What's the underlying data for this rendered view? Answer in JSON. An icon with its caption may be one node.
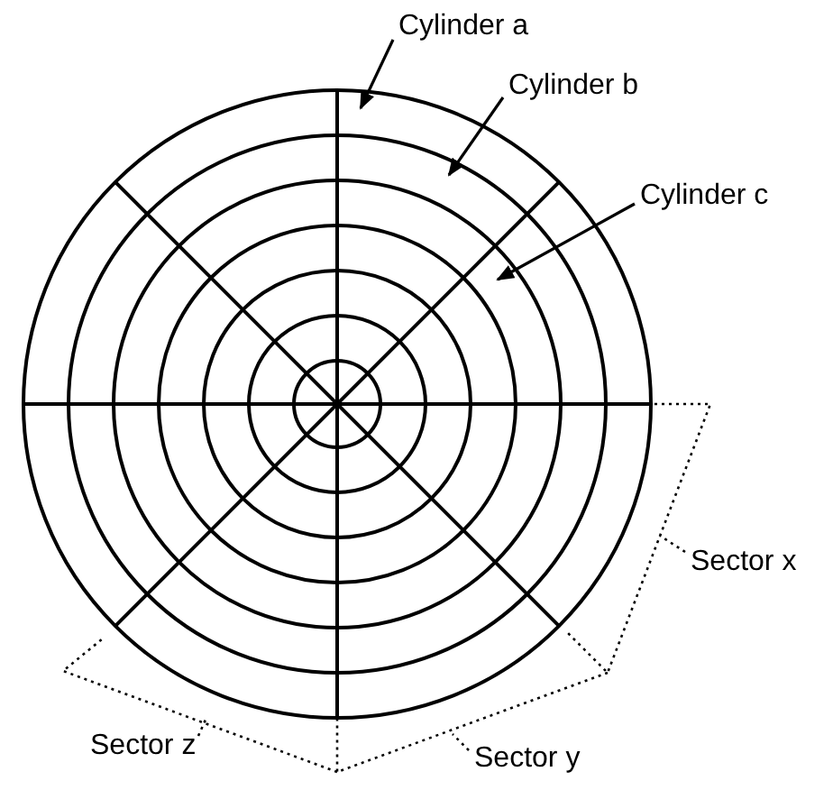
{
  "diagram": {
    "nodes": [
      {
        "text": [
          "Cylinder a"
        ]
      },
      {
        "text": [
          "Cylinder b"
        ]
      },
      {
        "text": [
          "Cylinder c"
        ]
      },
      {
        "text": [
          "Sector x"
        ]
      },
      {
        "text": [
          "Sector y"
        ]
      },
      {
        "text": [
          "Sector z"
        ]
      }
    ],
    "edges": [
      {
        "from": 0,
        "to": null,
        "arrow": "to"
      },
      {
        "from": 1,
        "to": null,
        "arrow": "to"
      },
      {
        "from": 2,
        "to": null,
        "arrow": "to"
      },
      {
        "from": 3,
        "to": null,
        "arrow": "none",
        "style": "dashed"
      },
      {
        "from": 4,
        "to": null,
        "arrow": "none",
        "style": "dashed"
      },
      {
        "from": 5,
        "to": null,
        "arrow": "none",
        "style": "dashed"
      }
    ]
  }
}
